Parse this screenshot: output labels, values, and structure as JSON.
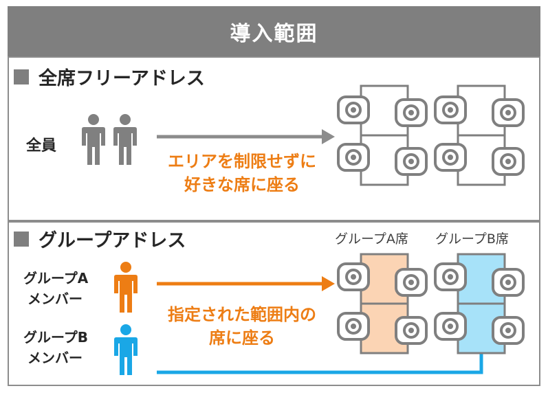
{
  "title": "導入範囲",
  "colors": {
    "header_bg": "#7f7f7f",
    "gray_person": "#808080",
    "orange": "#ed7d14",
    "blue": "#1aa7e6",
    "desk_orange": "#fbd4b4",
    "desk_blue": "#a7e2f9"
  },
  "section1": {
    "heading": "全席フリーアドレス",
    "who": "全員",
    "message_line1": "エリアを制限せずに",
    "message_line2": "好きな席に座る"
  },
  "section2": {
    "heading": "グループアドレス",
    "group_a_seat_label": "グループA席",
    "group_b_seat_label": "グループB席",
    "member_a_line1": "グループA",
    "member_a_line2": "メンバー",
    "member_b_line1": "グループB",
    "member_b_line2": "メンバー",
    "message_line1": "指定された範囲内の",
    "message_line2": "席に座る"
  }
}
